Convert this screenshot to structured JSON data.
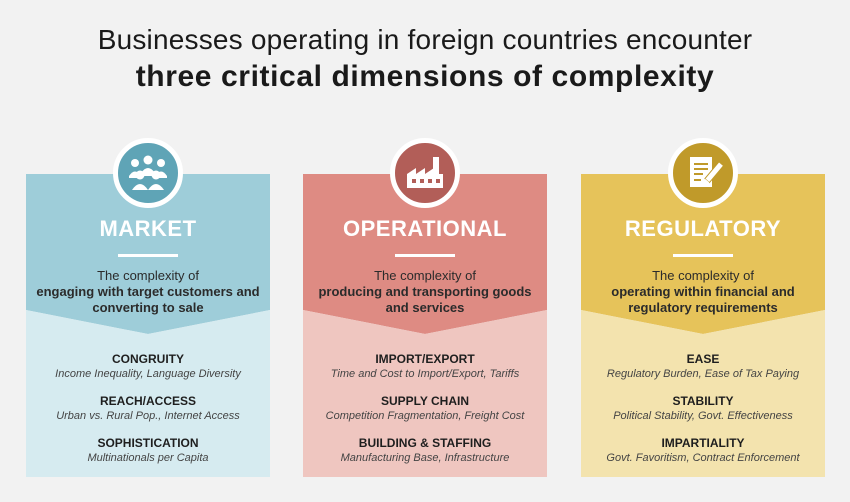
{
  "title": {
    "line1": "Businesses operating in foreign countries encounter",
    "line2": "three critical dimensions of complexity"
  },
  "colors": {
    "market_top": "#9ecdd9",
    "market_bottom": "#d6ebf0",
    "market_badge": "#5fa4b6",
    "operational_top": "#de8b83",
    "operational_bottom": "#efc6c0",
    "operational_badge": "#b25e58",
    "regulatory_top": "#e6c35a",
    "regulatory_bottom": "#f3e3ae",
    "regulatory_badge": "#c09a2a"
  },
  "cards": [
    {
      "icon": "people-group-icon",
      "heading": "MARKET",
      "desc_light": "The complexity of",
      "desc_bold": "engaging with target customers and converting to sale",
      "items": [
        {
          "name": "CONGRUITY",
          "detail": "Income Inequality, Language Diversity"
        },
        {
          "name": "REACH/ACCESS",
          "detail": "Urban vs. Rural Pop., Internet Access"
        },
        {
          "name": "SOPHISTICATION",
          "detail": "Multinationals per Capita"
        }
      ]
    },
    {
      "icon": "factory-icon",
      "heading": "OPERATIONAL",
      "desc_light": "The complexity of",
      "desc_bold": "producing and transporting goods and services",
      "items": [
        {
          "name": "IMPORT/EXPORT",
          "detail": "Time and Cost to Import/Export, Tariffs"
        },
        {
          "name": "SUPPLY CHAIN",
          "detail": "Competition Fragmentation, Freight Cost"
        },
        {
          "name": "BUILDING & STAFFING",
          "detail": "Manufacturing Base, Infrastructure"
        }
      ]
    },
    {
      "icon": "document-pen-icon",
      "heading": "REGULATORY",
      "desc_light": "The complexity of",
      "desc_bold": "operating within financial and regulatory requirements",
      "items": [
        {
          "name": "EASE",
          "detail": "Regulatory Burden, Ease of Tax Paying"
        },
        {
          "name": "STABILITY",
          "detail": "Political Stability, Govt. Effectiveness"
        },
        {
          "name": "IMPARTIALITY",
          "detail": "Govt. Favoritism, Contract Enforcement"
        }
      ]
    }
  ]
}
